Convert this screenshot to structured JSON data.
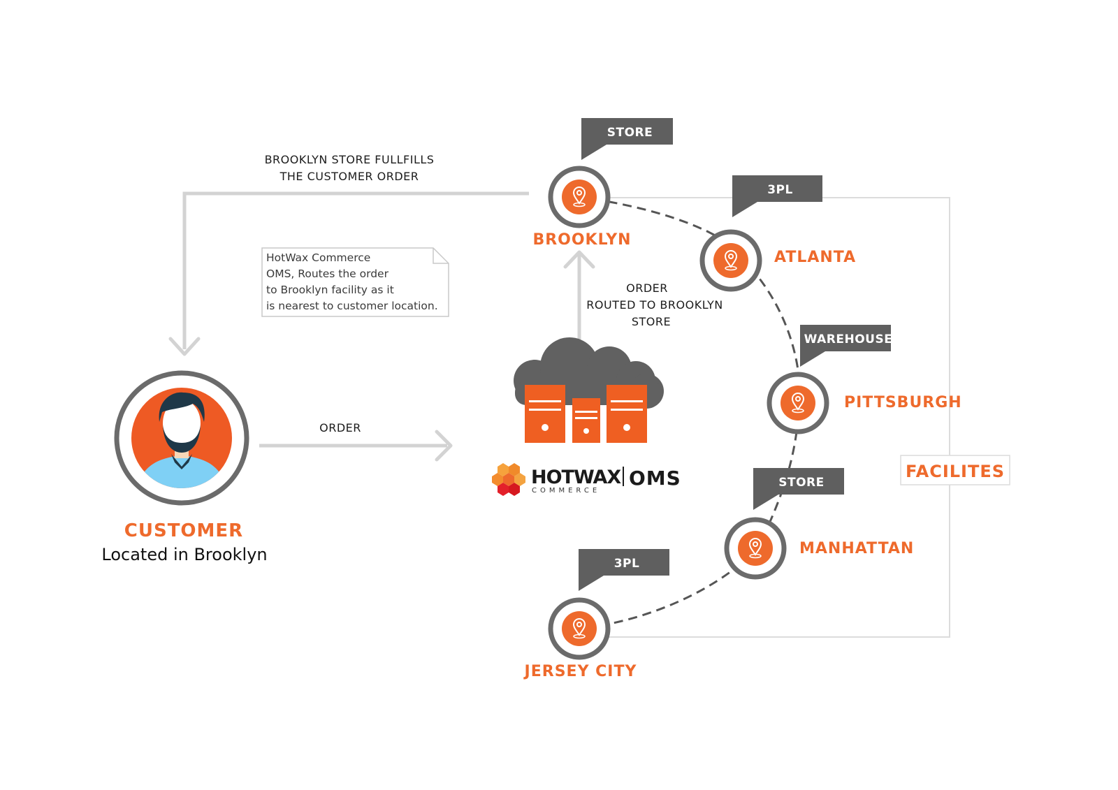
{
  "customer": {
    "title": "CUSTOMER",
    "subtitle": "Located in Brooklyn"
  },
  "flows": {
    "fulfill_line1": "BROOKLYN STORE FULLFILLS",
    "fulfill_line2": "THE CUSTOMER ORDER",
    "order": "ORDER",
    "routed_line1": "ORDER",
    "routed_line2": "ROUTED TO BROOKLYN",
    "routed_line3": "STORE"
  },
  "note": {
    "line1": "HotWax Commerce",
    "line2": "OMS, Routes the order",
    "line3": "to Brooklyn facility as it",
    "line4": "is nearest to customer location."
  },
  "logo": {
    "brand": "HOTWAX",
    "sub": "COMMERCE",
    "product": "OMS"
  },
  "facilities_label": "FACILITES",
  "facilities": [
    {
      "name": "BROOKLYN",
      "type": "STORE"
    },
    {
      "name": "ATLANTA",
      "type": "3PL"
    },
    {
      "name": "PITTSBURGH",
      "type": "WAREHOUSE"
    },
    {
      "name": "MANHATTAN",
      "type": "STORE"
    },
    {
      "name": "JERSEY CITY",
      "type": "3PL"
    }
  ],
  "colors": {
    "accent": "#ee6a2c",
    "tag": "#5f5f5f",
    "ring": "#6b6b6b",
    "arrow": "#d3d3d3"
  }
}
